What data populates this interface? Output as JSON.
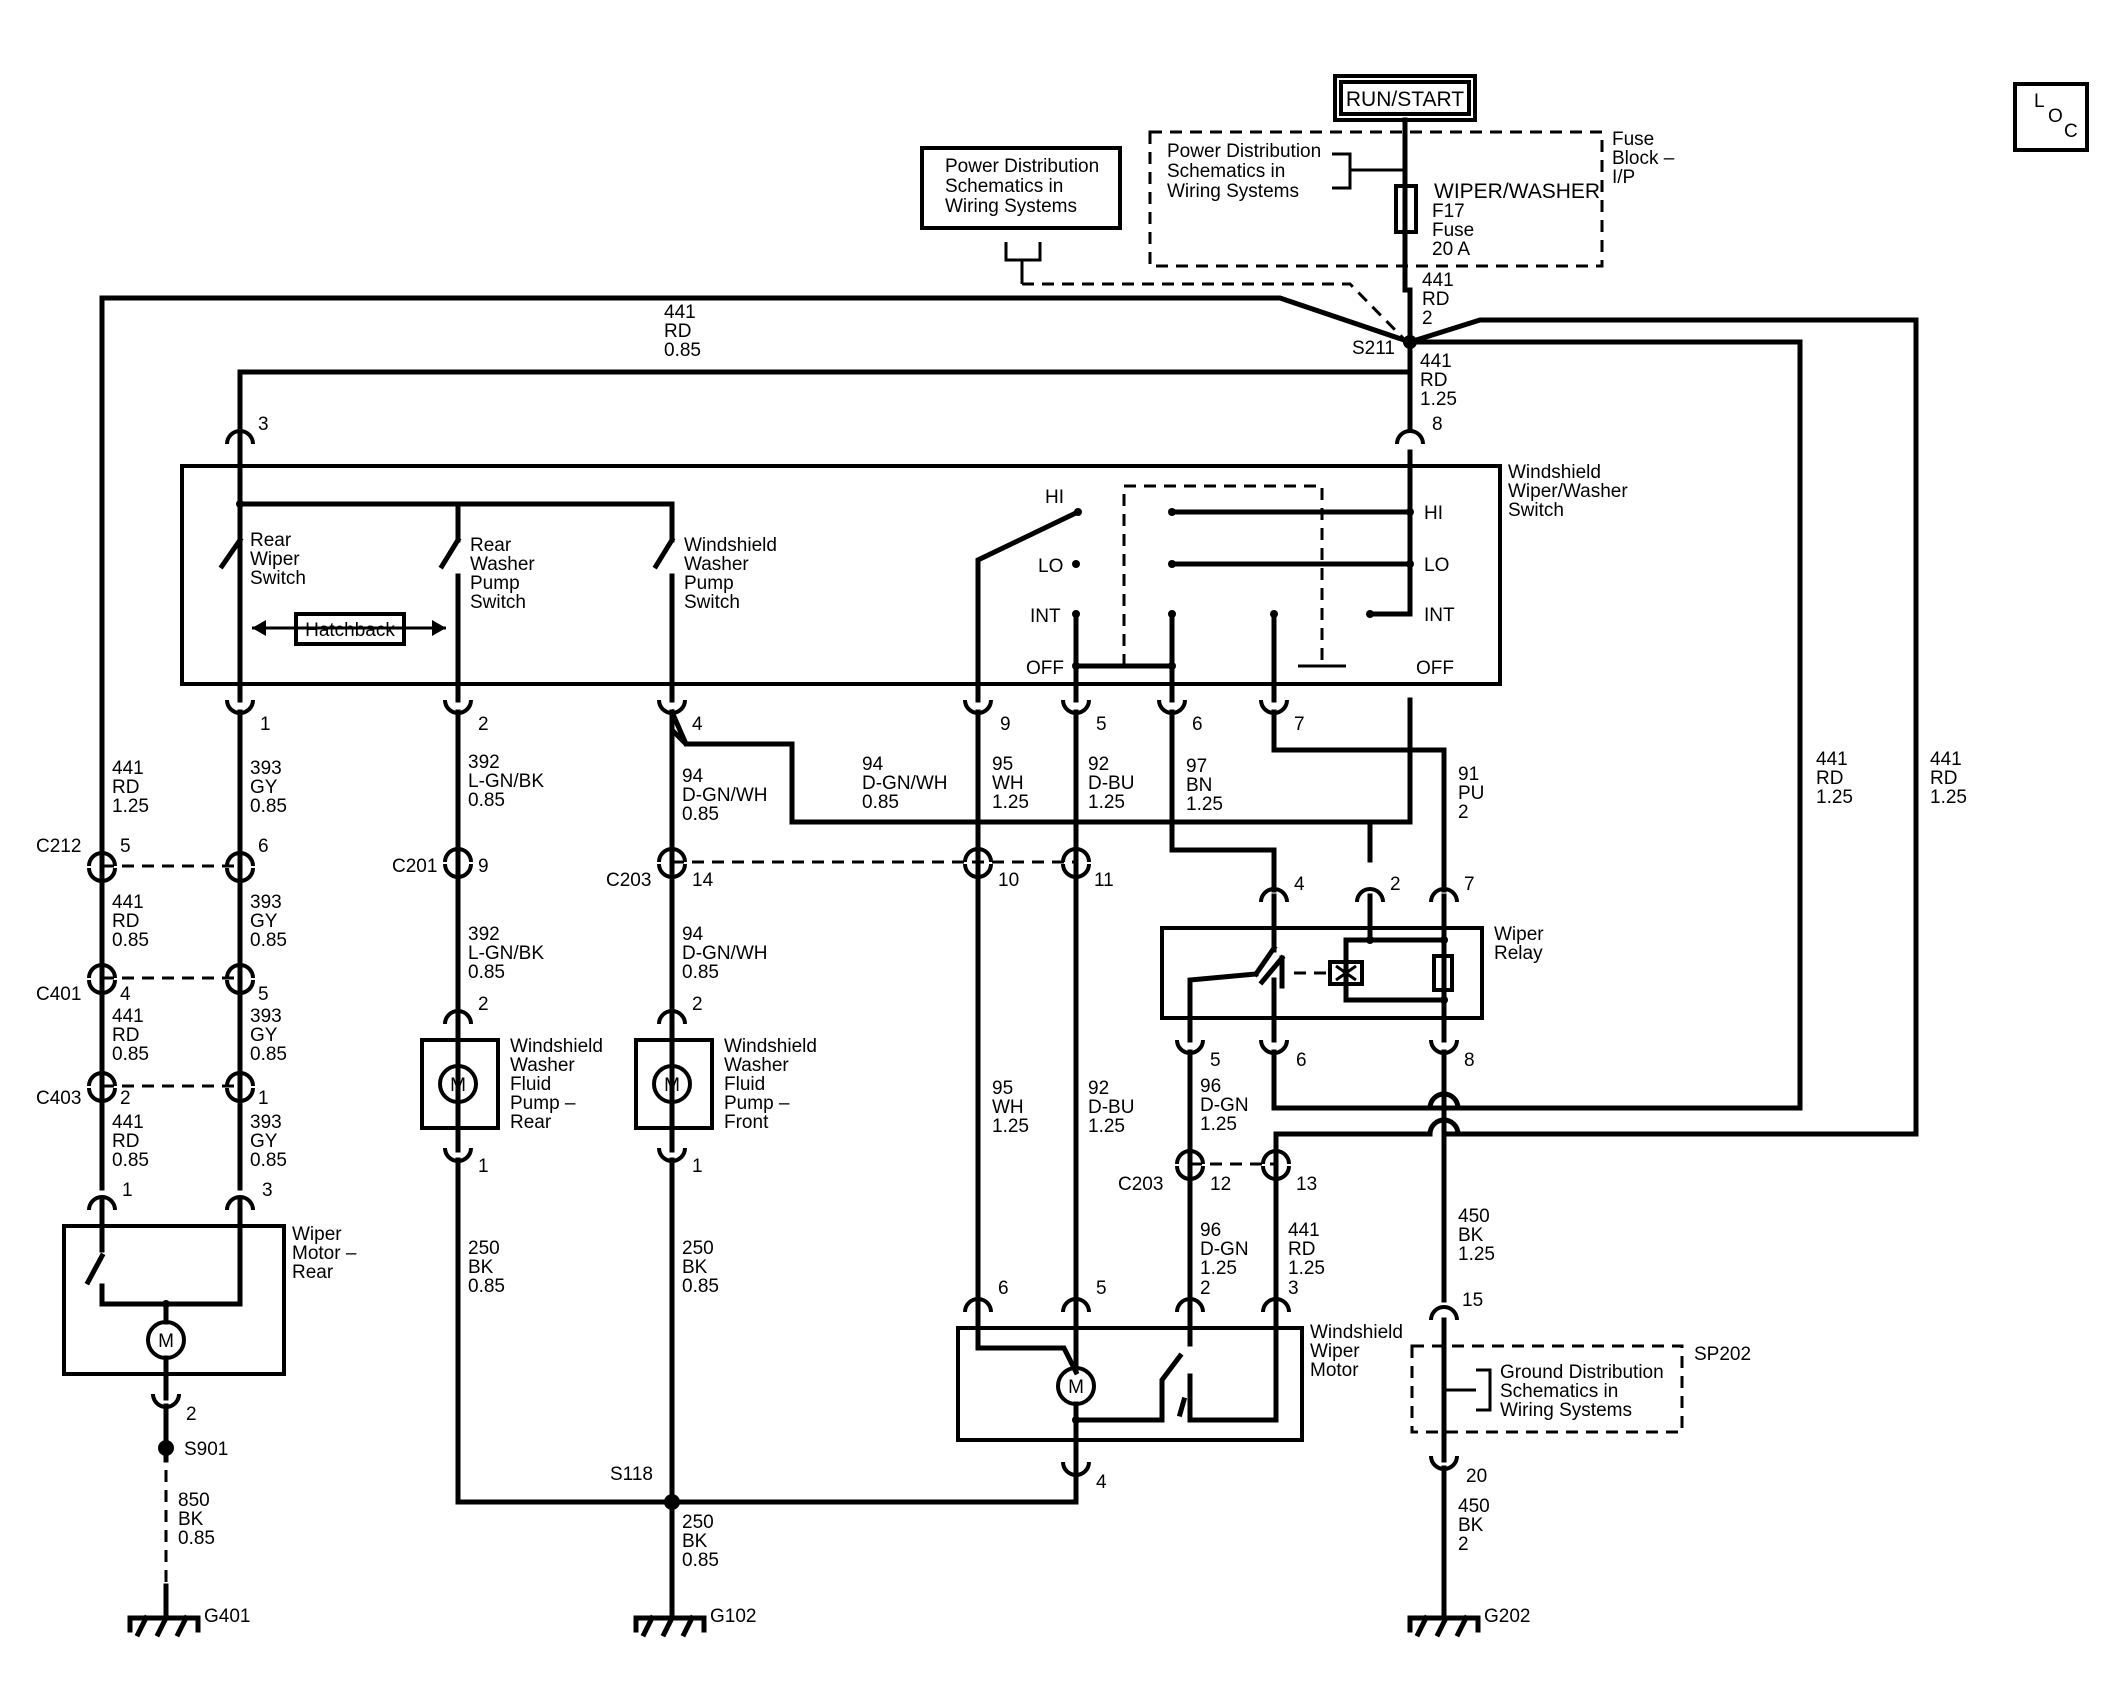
{
  "title_box": "RUN/START",
  "loc_icon": "L O C",
  "fuse_block": {
    "label": [
      "Fuse",
      "Block –",
      "I/P"
    ],
    "schematic_ref": [
      "Power Distribution",
      "Schematics in",
      "Wiring Systems"
    ],
    "fuse_name": "WIPER/WASHER",
    "fuse_id": "F17",
    "fuse_word": "Fuse",
    "fuse_rating": "20 A"
  },
  "power_ref_box": [
    "Power Distribution",
    "Schematics in",
    "Wiring Systems"
  ],
  "splice_s211": "S211",
  "wire_441_top": [
    "441",
    "RD",
    "2"
  ],
  "wire_441_085": [
    "441",
    "RD",
    "0.85"
  ],
  "wire_441_125_main": [
    "441",
    "RD",
    "1.25"
  ],
  "switch": {
    "title": [
      "Windshield",
      "Wiper/Washer",
      "Switch"
    ],
    "rear_wiper": [
      "Rear",
      "Wiper",
      "Switch"
    ],
    "rear_washer": [
      "Rear",
      "Washer",
      "Pump",
      "Switch"
    ],
    "ws_washer": [
      "Windshield",
      "Washer",
      "Pump",
      "Switch"
    ],
    "hatchback": "Hatchback",
    "positions_left": [
      "HI",
      "LO",
      "INT",
      "OFF"
    ],
    "positions_right": [
      "HI",
      "LO",
      "INT",
      "OFF"
    ]
  },
  "pins_switch": {
    "p3": "3",
    "p8": "8",
    "p1": "1",
    "p2": "2",
    "p4": "4",
    "p9": "9",
    "p5": "5",
    "p6": "6",
    "p7": "7"
  },
  "wires": {
    "w441_left": [
      "441",
      "RD",
      "1.25"
    ],
    "w393_a": [
      "393",
      "GY",
      "0.85"
    ],
    "w392_a": [
      "392",
      "L-GN/BK",
      "0.85"
    ],
    "w94_a": [
      "94",
      "D-GN/WH",
      "0.85"
    ],
    "w94_mid": [
      "94",
      "D-GN/WH",
      "0.85"
    ],
    "w95_a": [
      "95",
      "WH",
      "1.25"
    ],
    "w92_a": [
      "92",
      "D-BU",
      "1.25"
    ],
    "w97": [
      "97",
      "BN",
      "1.25"
    ],
    "w91": [
      "91",
      "PU",
      "2"
    ],
    "w441_r1": [
      "441",
      "RD",
      "1.25"
    ],
    "w441_r2": [
      "441",
      "RD",
      "1.25"
    ],
    "w441_b": [
      "441",
      "RD",
      "0.85"
    ],
    "w393_b": [
      "393",
      "GY",
      "0.85"
    ],
    "w441_c": [
      "441",
      "RD",
      "0.85"
    ],
    "w393_c": [
      "393",
      "GY",
      "0.85"
    ],
    "w441_d": [
      "441",
      "RD",
      "0.85"
    ],
    "w393_d": [
      "393",
      "GY",
      "0.85"
    ],
    "w392_b": [
      "392",
      "L-GN/BK",
      "0.85"
    ],
    "w94_b": [
      "94",
      "D-GN/WH",
      "0.85"
    ],
    "w95_b": [
      "95",
      "WH",
      "1.25"
    ],
    "w92_b": [
      "92",
      "D-BU",
      "1.25"
    ],
    "w96_a": [
      "96",
      "D-GN",
      "1.25"
    ],
    "w96_b": [
      "96",
      "D-GN",
      "1.25"
    ],
    "w441_e": [
      "441",
      "RD",
      "1.25"
    ],
    "w450_a": [
      "450",
      "BK",
      "1.25"
    ],
    "w450_b": [
      "450",
      "BK",
      "2"
    ],
    "w250_a": [
      "250",
      "BK",
      "0.85"
    ],
    "w250_b": [
      "250",
      "BK",
      "0.85"
    ],
    "w250_c": [
      "250",
      "BK",
      "0.85"
    ],
    "w850": [
      "850",
      "BK",
      "0.85"
    ]
  },
  "connectors": {
    "c212": "C212",
    "c401": "C401",
    "c403": "C403",
    "c201": "C201",
    "c203a": "C203",
    "c203b": "C203"
  },
  "connector_pins": {
    "c212_l": "5",
    "c212_r": "6",
    "c401_l": "4",
    "c401_r": "5",
    "c403_l": "2",
    "c403_r": "1",
    "c201": "9",
    "c203_14": "14",
    "c203_10": "10",
    "c203_11": "11",
    "c203_12": "12",
    "c203_13": "13"
  },
  "relay": {
    "title": [
      "Wiper",
      "Relay"
    ],
    "pins": [
      "4",
      "2",
      "7",
      "5",
      "6",
      "8"
    ]
  },
  "rear_motor": {
    "title": [
      "Wiper",
      "Motor –",
      "Rear"
    ],
    "pins": [
      "1",
      "3",
      "2"
    ]
  },
  "pump_rear": {
    "title": [
      "Windshield",
      "Washer",
      "Fluid",
      "Pump –",
      "Rear"
    ],
    "pins": [
      "2",
      "1"
    ]
  },
  "pump_front": {
    "title": [
      "Windshield",
      "Washer",
      "Fluid",
      "Pump –",
      "Front"
    ],
    "pins": [
      "2",
      "1"
    ]
  },
  "ws_motor": {
    "title": [
      "Windshield",
      "Wiper",
      "Motor"
    ],
    "pins": [
      "6",
      "5",
      "2",
      "3",
      "4"
    ]
  },
  "motor_symbol": "M",
  "splices": {
    "s901": "S901",
    "s118": "S118"
  },
  "grounds": {
    "g401": "G401",
    "g102": "G102",
    "g202": "G202"
  },
  "sp202": {
    "label": "SP202",
    "ref": [
      "Ground Distribution",
      "Schematics in",
      "Wiring Systems"
    ],
    "pin_top": "15",
    "pin_bot": "20"
  }
}
